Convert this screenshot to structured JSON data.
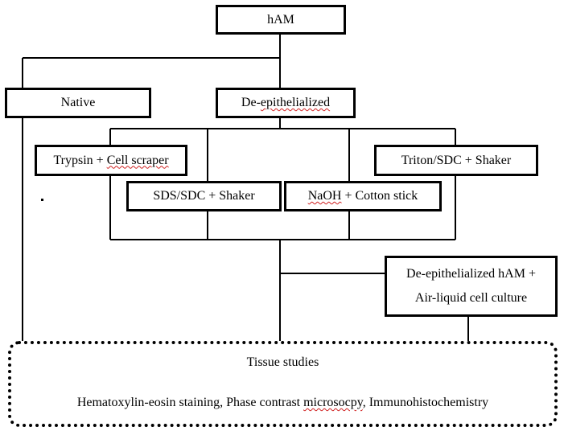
{
  "diagram": {
    "root": "hAM",
    "native": "Native",
    "deep": {
      "pre": "De-",
      "underlined": "epithelialized"
    },
    "methods": {
      "trypsin": {
        "pre": "Trypsin + ",
        "underlined": "Cell scraper",
        "post": ""
      },
      "sds": "SDS/SDC + Shaker",
      "naoh": {
        "pre": "",
        "underlined": "NaOH",
        "post": " + Cotton stick"
      },
      "triton": "Triton/SDC + Shaker"
    },
    "culture": {
      "line1": "De-epithelialized hAM +",
      "line2": "Air-liquid cell culture"
    },
    "tissue": {
      "title": "Tissue studies",
      "desc": {
        "pre": "Hematoxylin-eosin staining, Phase contrast ",
        "underlined": "microsocpy",
        "post": ", Immunohistochemistry"
      }
    }
  }
}
